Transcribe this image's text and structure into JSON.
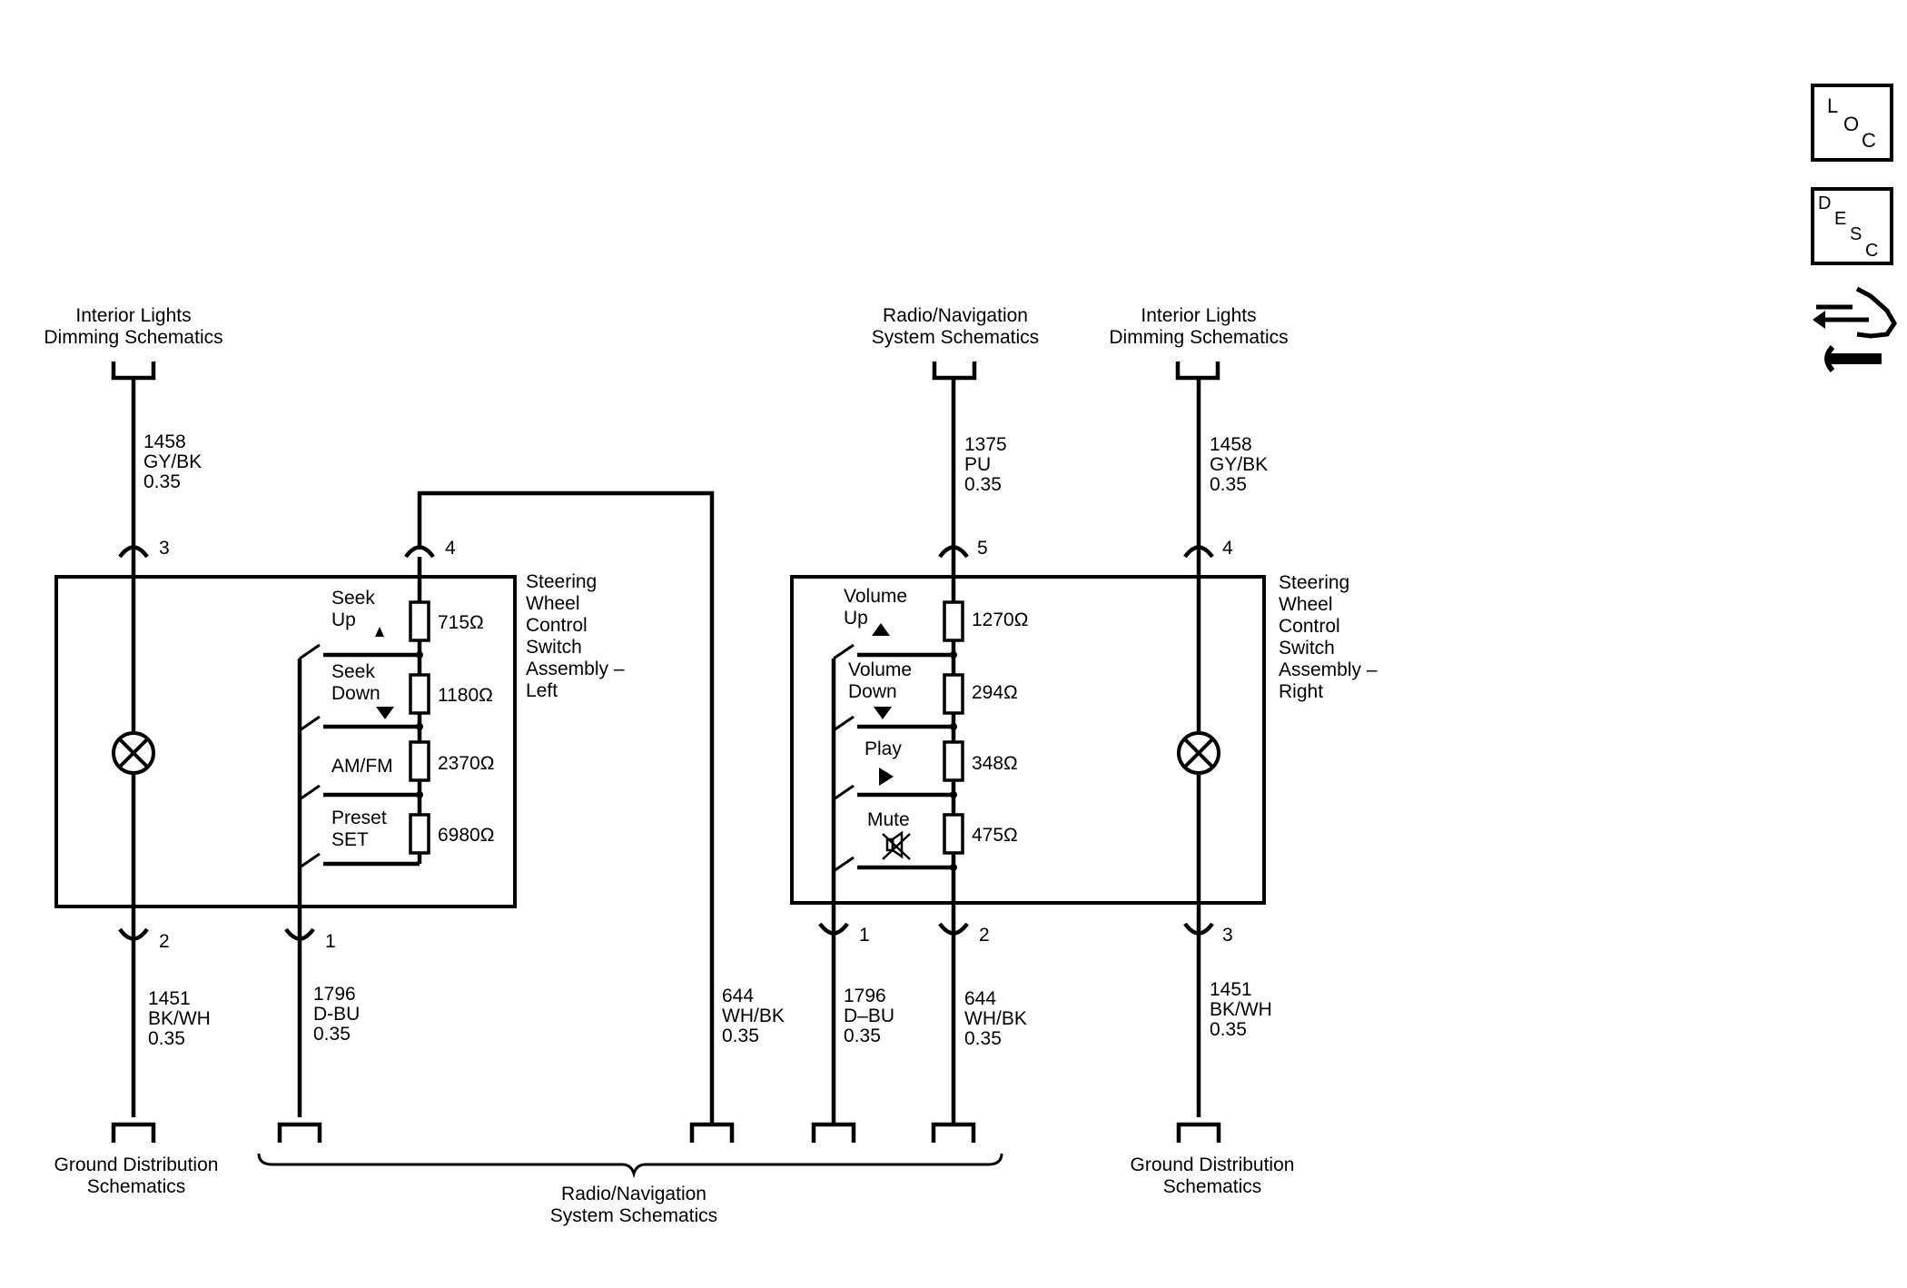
{
  "refs": {
    "top_left": [
      "Interior Lights",
      "Dimming Schematics"
    ],
    "top_mid": [
      "Radio/Navigation",
      "System Schematics"
    ],
    "top_right": [
      "Interior Lights",
      "Dimming Schematics"
    ],
    "bottom_left": [
      "Ground Distribution",
      "Schematics"
    ],
    "bottom_mid": [
      "Radio/Navigation",
      "System Schematics"
    ],
    "bottom_right": [
      "Ground Distribution",
      "Schematics"
    ]
  },
  "wires": {
    "l_top": [
      "1458",
      "GY/BK",
      "0.35"
    ],
    "l_gnd": [
      "1451",
      "BK/WH",
      "0.35"
    ],
    "l_dbu": [
      "1796",
      "D-BU",
      "0.35"
    ],
    "mid_whbk": [
      "644",
      "WH/BK",
      "0.35"
    ],
    "r_dbu": [
      "1796",
      "D–BU",
      "0.35"
    ],
    "r_whbk": [
      "644",
      "WH/BK",
      "0.35"
    ],
    "r_pu": [
      "1375",
      "PU",
      "0.35"
    ],
    "r_top": [
      "1458",
      "GY/BK",
      "0.35"
    ],
    "r_gnd": [
      "1451",
      "BK/WH",
      "0.35"
    ]
  },
  "pins": {
    "l3": "3",
    "l4": "4",
    "l2": "2",
    "l1": "1",
    "r5": "5",
    "r4": "4",
    "r1": "1",
    "r2": "2",
    "r3": "3"
  },
  "left_assembly": {
    "name": [
      "Steering",
      "Wheel",
      "Control",
      "Switch",
      "Assembly –",
      "Left"
    ],
    "switches": [
      {
        "label": [
          "Seek",
          "Up"
        ],
        "resistance": "715Ω",
        "symbol": "triangle-up"
      },
      {
        "label": [
          "Seek",
          "Down"
        ],
        "resistance": "1180Ω",
        "symbol": "triangle-down"
      },
      {
        "label": [
          "AM/FM"
        ],
        "resistance": "2370Ω",
        "symbol": "none"
      },
      {
        "label": [
          "Preset",
          "SET"
        ],
        "resistance": "6980Ω",
        "symbol": "none"
      }
    ]
  },
  "right_assembly": {
    "name": [
      "Steering",
      "Wheel",
      "Control",
      "Switch",
      "Assembly –",
      "Right"
    ],
    "switches": [
      {
        "label": [
          "Volume",
          "Up"
        ],
        "resistance": "1270Ω",
        "symbol": "triangle-up"
      },
      {
        "label": [
          "Volume",
          "Down"
        ],
        "resistance": "294Ω",
        "symbol": "triangle-down"
      },
      {
        "label": [
          "Play"
        ],
        "resistance": "348Ω",
        "symbol": "triangle-right"
      },
      {
        "label": [
          "Mute"
        ],
        "resistance": "475Ω",
        "symbol": "speaker-muted"
      }
    ]
  },
  "side_icons": {
    "loc": [
      "L",
      "O",
      "C"
    ],
    "desc": [
      "D",
      "E",
      "S",
      "C"
    ],
    "connector_icon": "connector-repair-icon"
  }
}
